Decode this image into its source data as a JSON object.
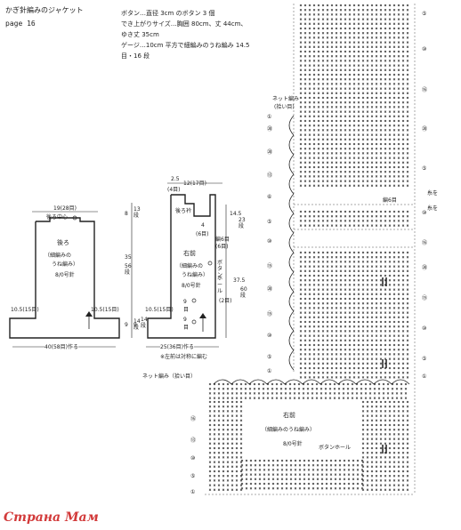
{
  "header": {
    "title": "かぎ針編みのジャケット",
    "page": "page 16"
  },
  "spec": {
    "line1": "ボタン…直径 3cm のボタン 3 個",
    "line2": "でき上がりサイズ…胸囲 80cm、丈 44cm、",
    "line3": "ゆき丈 35cm",
    "line4": "ゲージ…10cm 平方で細編みのうね編み 14.5",
    "line5": "目・16 段"
  },
  "back_piece": {
    "top_width": "19(28目)",
    "neck_center": "後ろ中心",
    "name": "後ろ",
    "stitch1": "（細編みの",
    "stitch2": "うね編み）",
    "hook": "8/0号針",
    "side_left": "10.5(15目)",
    "side_right": "10.5(15目)",
    "bottom": "40(58目)作る",
    "dim_top": "8",
    "dim_top_rows": "13段",
    "dim_mid": "35",
    "dim_mid_rows": "56段",
    "dim_bottom": "9",
    "dim_bottom_rows": "14段"
  },
  "front_piece": {
    "top1": "2.5",
    "top1_st": "(4目)",
    "top2": "12(17目)",
    "collar": "後ろ衿",
    "d1": "4",
    "d1_st": "(6目)",
    "d2": "(6目)",
    "d2_label": "編6目",
    "name": "右前",
    "stitch1": "（細編みの",
    "stitch2": "うね編み）",
    "hook": "8/0号針",
    "side_left": "10.5(15目)",
    "gap1": "9",
    "gap1_st": "目",
    "gap2": "9",
    "gap2_st": "目",
    "bottom": "25(36目)作る",
    "note": "※左前は対称に編む",
    "right_dim1": "14.5",
    "right_dim1_rows": "23段",
    "right_dim2": "37.5",
    "right_dim2_rows": "60段",
    "buttonhole": "ボタン",
    "buttonhole2": "ホール",
    "buttonhole3": "(2目)",
    "dim_bottom": "9",
    "dim_bottom_rows": "14段"
  },
  "chart": {
    "net_label_top": "ネット編み",
    "net_label_top2": "(拾い目)",
    "net_label_bottom": "ネット編み（拾い目）",
    "right_note1": "糸を",
    "right_note2": "糸を",
    "right_note3": "編6目",
    "front_name": "右前",
    "front_stitch": "（細編みのうね編み）",
    "front_hook": "8/0号針",
    "buttonhole": "ボタンホール",
    "row_labels_right": [
      "⑤",
      "⑩",
      "⑯",
      "⑳",
      "⑤",
      "⑩",
      "⑯",
      "⑳",
      "⑮",
      "⑩",
      "⑤",
      "①"
    ],
    "row_labels_left": [
      "①",
      "⑳",
      "⑳",
      "⑬",
      "⑥",
      "⑤",
      "⑩",
      "⑮",
      "⑳",
      "⑮",
      "⑩",
      "⑤",
      "①"
    ],
    "bottom_labels": [
      "⑯",
      "⑬",
      "⑩",
      "⑤",
      "①"
    ]
  },
  "watermark": "Страна Мам"
}
